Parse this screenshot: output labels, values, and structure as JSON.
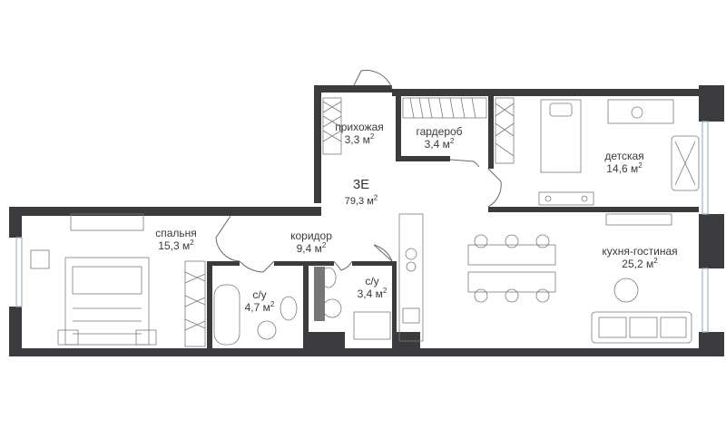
{
  "apartment": {
    "code": "3E",
    "total_area": "79,3",
    "unit": "м",
    "unit_sup": "2"
  },
  "rooms": [
    {
      "id": "entry",
      "name": "прихожая",
      "area": "3,3"
    },
    {
      "id": "wardrobe",
      "name": "гардероб",
      "area": "3,4"
    },
    {
      "id": "kids",
      "name": "детская",
      "area": "14,6"
    },
    {
      "id": "bedroom",
      "name": "спальня",
      "area": "15,3"
    },
    {
      "id": "corridor",
      "name": "коридор",
      "area": "9,4"
    },
    {
      "id": "bath1",
      "name": "с/у",
      "area": "4,7"
    },
    {
      "id": "bath2",
      "name": "с/у",
      "area": "3,4"
    },
    {
      "id": "living",
      "name": "кухня-гостиная",
      "area": "25,2"
    }
  ],
  "colors": {
    "wall": "#3b3b3d",
    "line": "#555555",
    "window": "#9fb6c4",
    "furniture": "#7a7a7a"
  }
}
